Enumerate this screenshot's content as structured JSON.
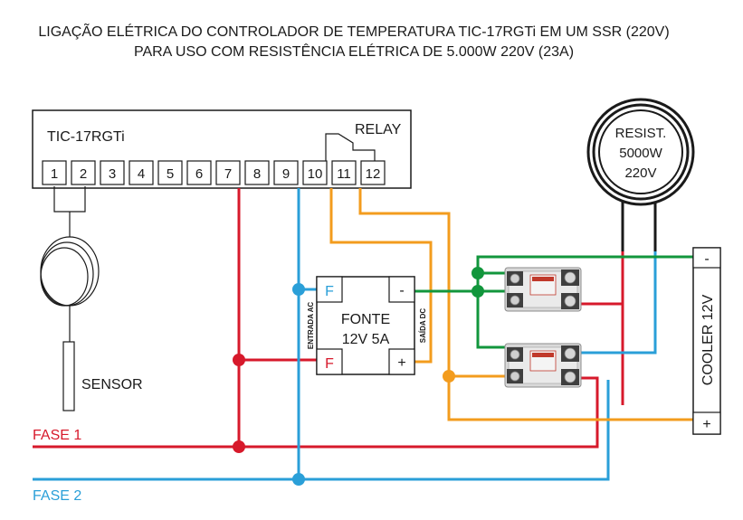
{
  "title_line1": "LIGAÇÃO ELÉTRICA DO CONTROLADOR DE TEMPERATURA TIC-17RGTi EM UM SSR (220V)",
  "title_line2": "PARA USO COM RESISTÊNCIA ELÉTRICA DE 5.000W 220V (23A)",
  "controller": {
    "model": "TIC-17RGTi",
    "relay_label": "RELAY",
    "terminals": [
      "1",
      "2",
      "3",
      "4",
      "5",
      "6",
      "7",
      "8",
      "9",
      "10",
      "11",
      "12"
    ]
  },
  "sensor_label": "SENSOR",
  "power_supply": {
    "line1": "FONTE",
    "line2": "12V 5A",
    "input_side": "ENTRADA AC",
    "output_side": "SAÍDA DC",
    "f_top": "F",
    "f_bottom": "F",
    "minus": "-",
    "plus": "+"
  },
  "resistor": {
    "line1": "RESIST.",
    "line2": "5000W",
    "line3": "220V"
  },
  "cooler": {
    "label": "COOLER 12V",
    "minus": "-",
    "plus": "+"
  },
  "phases": {
    "fase1": "FASE 1",
    "fase2": "FASE 2"
  },
  "colors": {
    "red": "#d7192b",
    "blue": "#2a9fd8",
    "orange": "#f39c1e",
    "green": "#12963c",
    "black": "#1a1a1a"
  }
}
